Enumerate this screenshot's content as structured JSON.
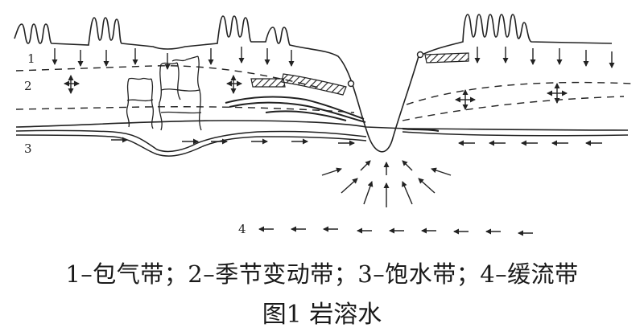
{
  "diagram": {
    "zone_labels": [
      "1",
      "2",
      "3",
      "4"
    ]
  },
  "caption": {
    "legend": "1–包气带；2–季节变动带；3–饱水带；4–缓流带",
    "title": "图1 岩溶水"
  },
  "colors": {
    "ink": "#222222",
    "background": "#ffffff"
  }
}
